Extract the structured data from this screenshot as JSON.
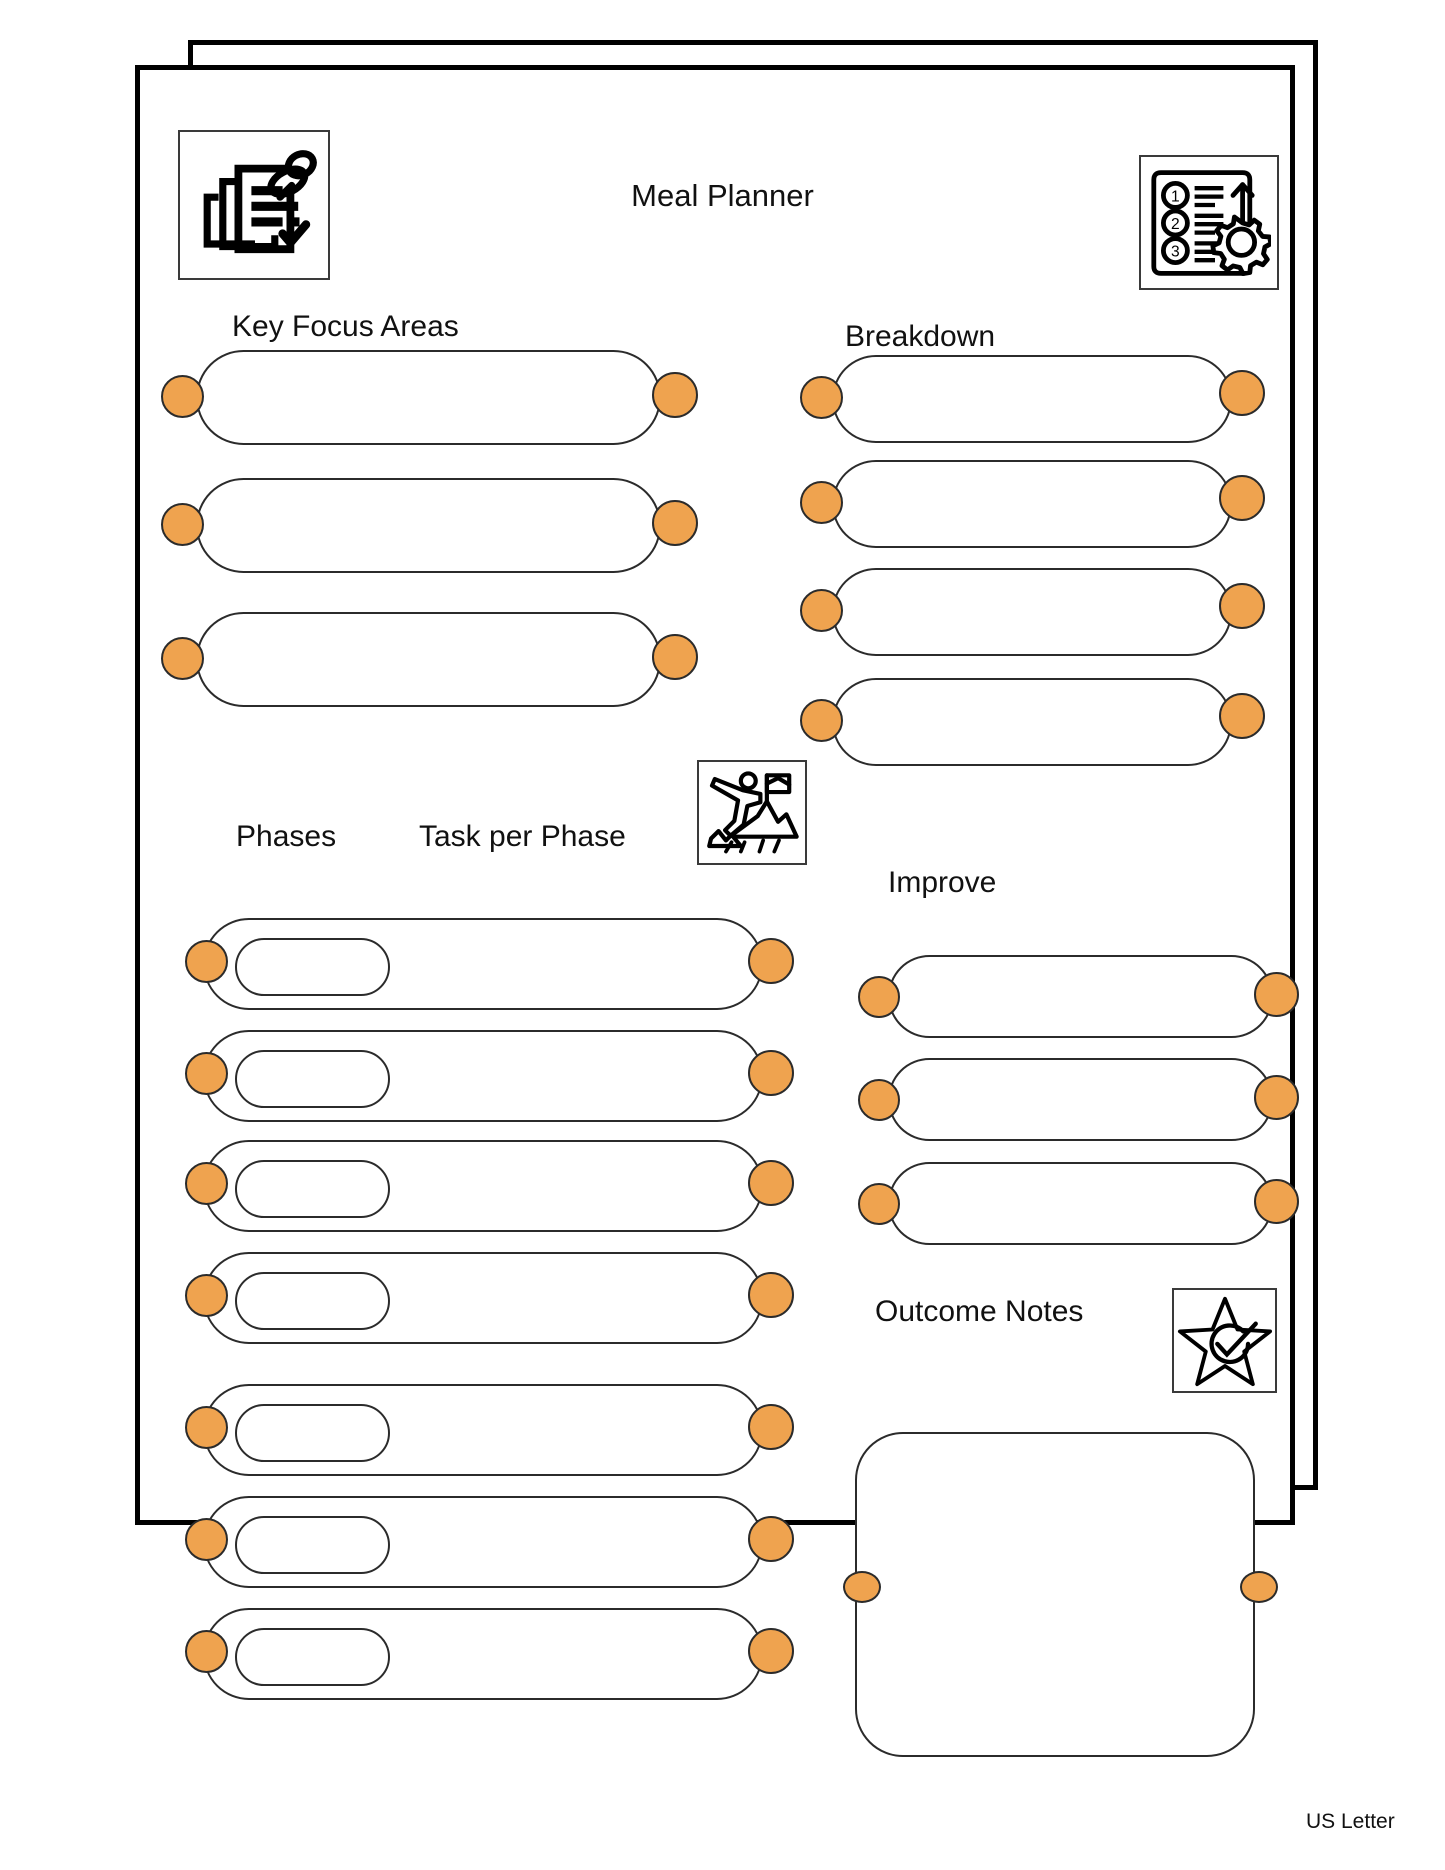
{
  "document": {
    "title": "Meal Planner",
    "page_size_note": "US Letter",
    "accent_color": "#efa34f",
    "line_color": "#2b2b2b",
    "background_color": "#ffffff"
  },
  "icons": {
    "header_left": "checklist-documents-pin-icon",
    "header_right": "numbered-steps-gear-arrow-icon",
    "phases": "mountain-summit-flag-icon",
    "outcome": "star-checkmark-icon"
  },
  "sections": {
    "key_focus_areas": {
      "title": "Key Focus Areas",
      "rows": [
        {
          "value": "",
          "placeholder": ""
        },
        {
          "value": "",
          "placeholder": ""
        },
        {
          "value": "",
          "placeholder": ""
        }
      ]
    },
    "breakdown": {
      "title": "Breakdown",
      "rows": [
        {
          "value": "",
          "placeholder": ""
        },
        {
          "value": "",
          "placeholder": ""
        },
        {
          "value": "",
          "placeholder": ""
        },
        {
          "value": "",
          "placeholder": ""
        }
      ]
    },
    "phases": {
      "title": "Phases",
      "task_title": "Task per Phase",
      "rows": [
        {
          "phase": "",
          "task": ""
        },
        {
          "phase": "",
          "task": ""
        },
        {
          "phase": "",
          "task": ""
        },
        {
          "phase": "",
          "task": ""
        },
        {
          "phase": "",
          "task": ""
        },
        {
          "phase": "",
          "task": ""
        },
        {
          "phase": "",
          "task": ""
        }
      ]
    },
    "improve": {
      "title": "Improve",
      "rows": [
        {
          "value": "",
          "placeholder": ""
        },
        {
          "value": "",
          "placeholder": ""
        },
        {
          "value": "",
          "placeholder": ""
        }
      ]
    },
    "outcome_notes": {
      "title": "Outcome Notes",
      "value": "",
      "placeholder": ""
    }
  }
}
